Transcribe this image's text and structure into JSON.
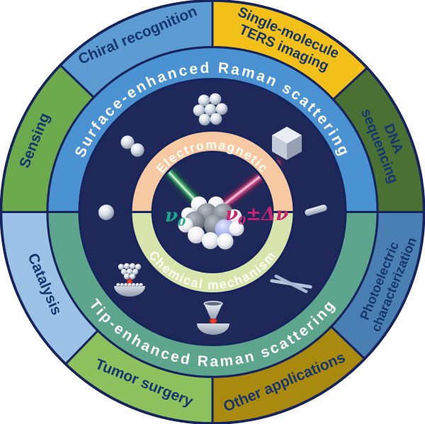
{
  "figure": {
    "type": "concentric-ring-diagram",
    "topic": "Raman scattering mechanisms and applications"
  },
  "colors": {
    "background": "#ffffff",
    "navy_center": "#1e295a",
    "ring_border": "#17245c",
    "label_navy": "#16376e",
    "incident_beam": "#3fae6a",
    "incident_beam_core": "#dff1de",
    "scattered_beam": "#d14b8b",
    "scattered_beam_core": "#f6d9e6",
    "hotspot_red": "#ff3b22"
  },
  "outer_ring": {
    "segments": [
      {
        "name": "single-molecule-ters-imaging",
        "line1": "Single-molecule",
        "line2": "TERS imaging",
        "color": "#f3c019"
      },
      {
        "name": "dna-sequencing",
        "line1": "DNA",
        "line2": "sequencing",
        "color": "#4a7033"
      },
      {
        "name": "photoelectric-characterization",
        "line1": "Photoelectric",
        "line2": "characterization",
        "color": "#4a7fb3"
      },
      {
        "name": "other-applications",
        "label": "Other applications",
        "color": "#a9890e"
      },
      {
        "name": "tumor-surgery",
        "label": "Tumor surgery",
        "color": "#8cc15e"
      },
      {
        "name": "catalysis",
        "label": "Catalysis",
        "color": "#9cc3e7"
      },
      {
        "name": "sensing",
        "label": "Sensing",
        "color": "#6caa4d"
      },
      {
        "name": "chiral-recognition",
        "label": "Chiral recognition",
        "color": "#5d9bd3"
      }
    ]
  },
  "middle_ring": {
    "top": {
      "label": "Surface-enhanced Raman scattering",
      "color": "#4b92d2"
    },
    "bottom": {
      "label": "Tip-enhanced Raman scattering",
      "color": "#5da58d"
    }
  },
  "inner_ring": {
    "top": {
      "label": "Electromagnetic",
      "color": "#f6c9a3"
    },
    "bottom": {
      "label": "Chemical mechanism",
      "color": "#d7e5ad"
    }
  },
  "center": {
    "incident_label": {
      "base": "ν",
      "sub": "0"
    },
    "scattered_label": {
      "base": "ν",
      "sub": "0",
      "suffix": "±Δν"
    },
    "incident_color": "#1ca98b",
    "scattered_color": "#cc2470"
  },
  "icons": {
    "nanostructures": [
      "nanoparticle-cluster",
      "nanoparticle-dimer",
      "single-nanoparticle",
      "nanocube",
      "nanorod",
      "crossed-nanowires",
      "particle-assembly-on-dish",
      "ters-tip-on-substrate"
    ]
  }
}
